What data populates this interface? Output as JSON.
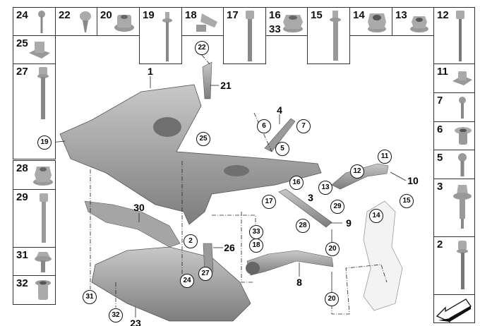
{
  "part_boxes": [
    "24",
    "22",
    "20",
    "19",
    "18",
    "17",
    "16",
    "33",
    "15",
    "14",
    "13",
    "12",
    "25",
    "27",
    "28",
    "29",
    "31",
    "32",
    "11",
    "7",
    "6",
    "5",
    "3",
    "2"
  ],
  "callouts_circled": [
    "22",
    "19",
    "25",
    "6",
    "7",
    "5",
    "16",
    "11",
    "12",
    "13",
    "17",
    "14",
    "15",
    "29",
    "28",
    "2",
    "33",
    "18",
    "20",
    "27",
    "24",
    "31",
    "32",
    "20"
  ],
  "callouts_plain": [
    "1",
    "21",
    "4",
    "10",
    "3",
    "9",
    "30",
    "26",
    "8",
    "23"
  ],
  "colors": {
    "part": "#9a9a9a",
    "part_dark": "#6e6e6e",
    "line": "#333333"
  }
}
